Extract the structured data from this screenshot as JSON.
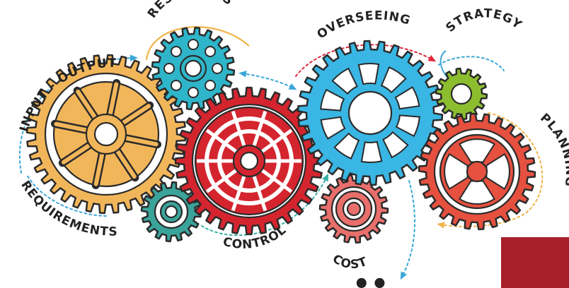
{
  "labels": {
    "input_output": "INPUT - OUTPUT",
    "resources": "RESOURCES",
    "overseeing": "OVERSEEING",
    "strategy": "STRATEGY",
    "planning": "PLANNING",
    "requirements": "REQUIREMENTS",
    "control": "CONTROL",
    "cost": "COST"
  },
  "colors": {
    "outline": "#2b2b2b",
    "gear_yellow": "#f2b65a",
    "gear_teal_small": "#2fb5c9",
    "gear_red": "#d4252f",
    "gear_blue": "#39b6e3",
    "gear_green": "#8cbd2f",
    "gear_orange_red": "#e5503f",
    "gear_salmon": "#e86f6b",
    "gear_teal_green": "#3aa39a",
    "arrow_blue": "#3aa7d8",
    "arrow_red": "#e0293c",
    "arrow_orange": "#f0b44a",
    "arrow_teal": "#3ab0a6",
    "corner_box": "#a8202a"
  },
  "gears": [
    {
      "name": "gear-yellow",
      "color_key": "gear_yellow"
    },
    {
      "name": "gear-teal-small",
      "color_key": "gear_teal_small"
    },
    {
      "name": "gear-red",
      "color_key": "gear_red"
    },
    {
      "name": "gear-blue",
      "color_key": "gear_blue"
    },
    {
      "name": "gear-green",
      "color_key": "gear_green"
    },
    {
      "name": "gear-orange-red",
      "color_key": "gear_orange_red"
    },
    {
      "name": "gear-salmon",
      "color_key": "gear_salmon"
    },
    {
      "name": "gear-teal-green",
      "color_key": "gear_teal_green"
    }
  ]
}
